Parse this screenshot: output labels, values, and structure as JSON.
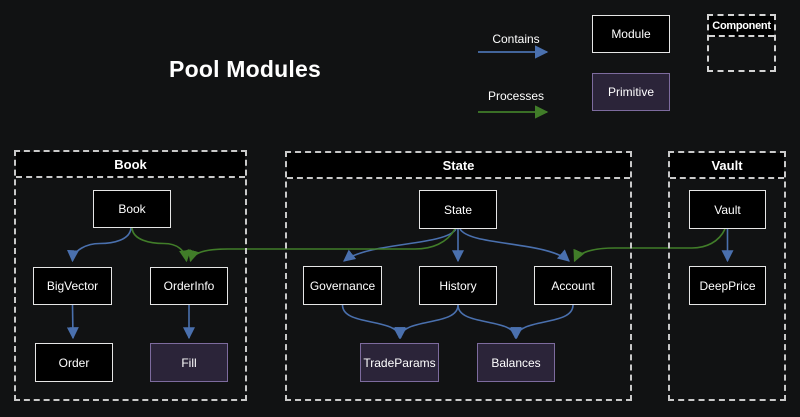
{
  "title": "Pool Modules",
  "legend": {
    "contains": "Contains",
    "processes": "Processes",
    "module": "Module",
    "primitive": "Primitive",
    "component": "Component"
  },
  "colors": {
    "background": "#111213",
    "node_fill": "#000000",
    "node_border": "#e6e6e6",
    "primitive_fill": "#2b2439",
    "primitive_border": "#7d6b9e",
    "contains_arrow": "#4a70ae",
    "processes_arrow": "#417d29",
    "container_border": "#c9c9c9",
    "text": "#ffffff"
  },
  "containers": {
    "book": "Book",
    "state": "State",
    "vault": "Vault"
  },
  "nodes": {
    "book": "Book",
    "bigvector": "BigVector",
    "orderinfo": "OrderInfo",
    "order": "Order",
    "fill": "Fill",
    "state": "State",
    "governance": "Governance",
    "history": "History",
    "account": "Account",
    "tradeparams": "TradeParams",
    "balances": "Balances",
    "vault": "Vault",
    "deepprice": "DeepPrice"
  },
  "edges": {
    "contains": [
      {
        "from": "Book",
        "to": "BigVector"
      },
      {
        "from": "BigVector",
        "to": "Order"
      },
      {
        "from": "OrderInfo",
        "to": "Fill"
      },
      {
        "from": "State",
        "to": "Governance"
      },
      {
        "from": "State",
        "to": "History"
      },
      {
        "from": "State",
        "to": "Account"
      },
      {
        "from": "Governance",
        "to": "TradeParams"
      },
      {
        "from": "History",
        "to": "TradeParams"
      },
      {
        "from": "History",
        "to": "Balances"
      },
      {
        "from": "Account",
        "to": "Balances"
      },
      {
        "from": "Vault",
        "to": "DeepPrice"
      }
    ],
    "processes": [
      {
        "from": "Book",
        "to": "OrderInfo"
      },
      {
        "from": "State",
        "to": "OrderInfo"
      },
      {
        "from": "Vault",
        "to": "Account"
      }
    ]
  }
}
